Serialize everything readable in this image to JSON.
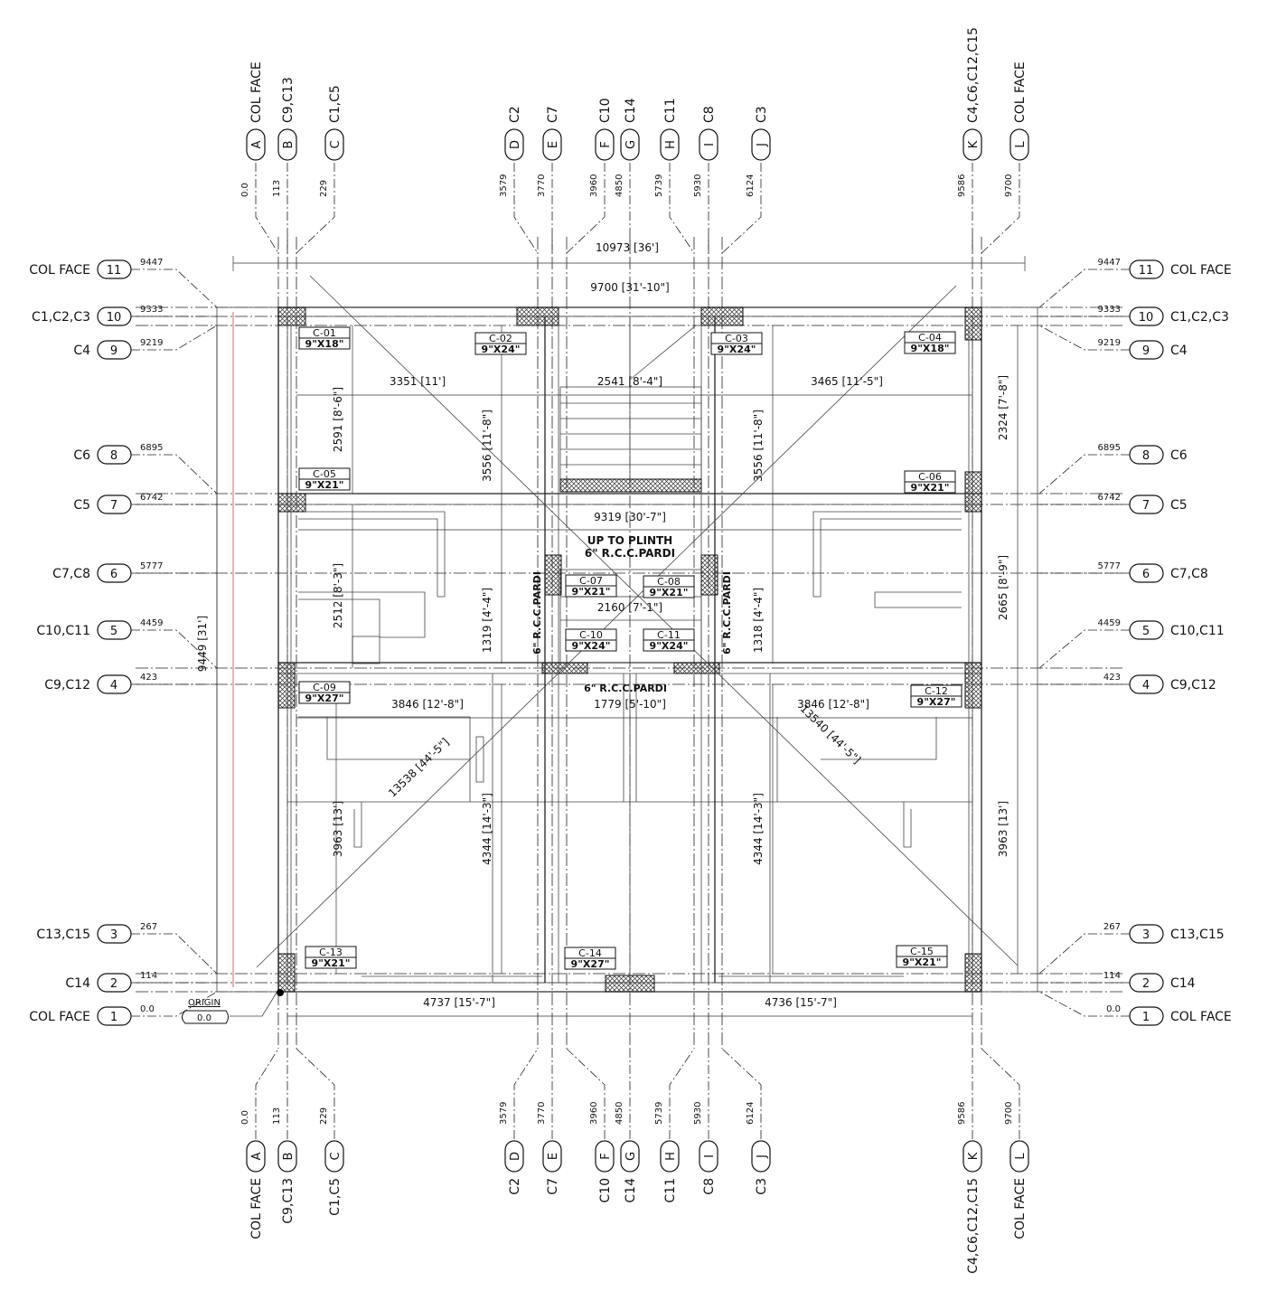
{
  "vertical_grids": [
    {
      "letter": "A",
      "coord": "0.0",
      "label": "COL FACE"
    },
    {
      "letter": "B",
      "coord": "113",
      "label": "C9,C13"
    },
    {
      "letter": "C",
      "coord": "229",
      "label": "C1,C5"
    },
    {
      "letter": "D",
      "coord": "3579",
      "label": "C2"
    },
    {
      "letter": "E",
      "coord": "3770",
      "label": "C7"
    },
    {
      "letter": "F",
      "coord": "3960",
      "label": "C10"
    },
    {
      "letter": "G",
      "coord": "4850",
      "label": "C14"
    },
    {
      "letter": "H",
      "coord": "5739",
      "label": "C11"
    },
    {
      "letter": "I",
      "coord": "5930",
      "label": "C8"
    },
    {
      "letter": "J",
      "coord": "6124",
      "label": "C3"
    },
    {
      "letter": "K",
      "coord": "9586",
      "label": "C4,C6,C12,C15"
    },
    {
      "letter": "L",
      "coord": "9700",
      "label": "COL FACE"
    }
  ],
  "horizontal_grids": [
    {
      "number": "11",
      "coord": "9447",
      "label": "COL FACE"
    },
    {
      "number": "10",
      "coord": "9333",
      "label": "C1,C2,C3"
    },
    {
      "number": "9",
      "coord": "9219",
      "label": "C4"
    },
    {
      "number": "8",
      "coord": "6895",
      "label": "C6"
    },
    {
      "number": "7",
      "coord": "6742",
      "label": "C5"
    },
    {
      "number": "6",
      "coord": "5777",
      "label": "C7,C8"
    },
    {
      "number": "5",
      "coord": "4459",
      "label": "C10,C11"
    },
    {
      "number": "4",
      "coord": "423",
      "label": "C9,C12"
    },
    {
      "number": "3",
      "coord": "267",
      "label": "C13,C15"
    },
    {
      "number": "2",
      "coord": "114",
      "label": "C14"
    },
    {
      "number": "1",
      "coord": "0.0",
      "label": "COL FACE"
    }
  ],
  "columns": [
    {
      "id": "C-01",
      "size": "9\"X18\""
    },
    {
      "id": "C-02",
      "size": "9\"X24\""
    },
    {
      "id": "C-03",
      "size": "9\"X24\""
    },
    {
      "id": "C-04",
      "size": "9\"X18\""
    },
    {
      "id": "C-05",
      "size": "9\"X21\""
    },
    {
      "id": "C-06",
      "size": "9\"X21\""
    },
    {
      "id": "C-07",
      "size": "9\"X21\""
    },
    {
      "id": "C-08",
      "size": "9\"X21\""
    },
    {
      "id": "C-10",
      "size": "9\"X24\""
    },
    {
      "id": "C-11",
      "size": "9\"X24\""
    },
    {
      "id": "C-09",
      "size": "9\"X27\""
    },
    {
      "id": "C-12",
      "size": "9\"X27\""
    },
    {
      "id": "C-13",
      "size": "9\"X21\""
    },
    {
      "id": "C-14",
      "size": "9\"X27\""
    },
    {
      "id": "C-15",
      "size": "9\"X21\""
    }
  ],
  "dimensions": {
    "overall_width": "10973 [36']",
    "face_width": "9700 [31'-10\"]",
    "room_nw": "3351 [11']",
    "stair_width": "2541 [8'-4\"]",
    "room_ne": "3465 [11'-5\"]",
    "room_nw_depth": "2591 [8'-6\"]",
    "stair_depth_left": "3556 [11'-8\"]",
    "stair_depth_right": "3556 [11'-8\"]",
    "right_upper": "2324 [7'-8\"]",
    "mid_span": "9319 [30'-7\"]",
    "right_mid": "2665 [8'-9\"]",
    "left_mid": "2512 [8'-3\"]",
    "overall_height": "9449 [31']",
    "core_width": "2160 [7'-1\"]",
    "core_left": "1319 [4'-4\"]",
    "core_right": "1318 [4'-4\"]",
    "room_w": "3846 [12'-8\"]",
    "room_e": "3846 [12'-8\"]",
    "center_span": "1779 [5'-10\"]",
    "diag_left": "13538 [44'-5\"]",
    "diag_right": "13540 [44'-5\"]",
    "left_lower": "3963 [13']",
    "center_left_lower": "4344 [14'-3\"]",
    "center_right_lower": "4344 [14'-3\"]",
    "right_lower": "3963 [13']",
    "bottom_left": "4737 [15'-7\"]",
    "bottom_right": "4736 [15'-7\"]"
  },
  "notes": {
    "plinth_line1": "UP TO PLINTH",
    "plinth_line2": "6\" R.C.C.PARDI",
    "pardi_left": "6\" R.C.C.PARDI",
    "pardi_right": "6\" R.C.C.PARDI",
    "pardi_bottom": "6\" R.C.C.PARDI",
    "origin_label": "ORIGIN",
    "origin_value": "0.0"
  }
}
